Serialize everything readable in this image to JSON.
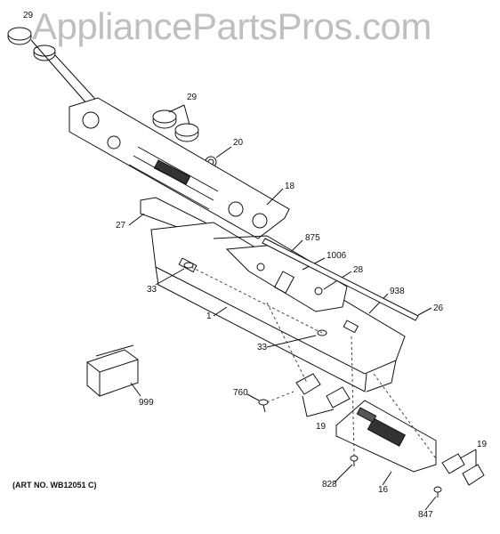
{
  "watermark": "AppliancePartsPros.com",
  "art_number": "(ART NO. WB12051 C)",
  "callouts": {
    "c29a": "29",
    "c29b": "29",
    "c20": "20",
    "c18": "18",
    "c27": "27",
    "c875": "875",
    "c1006": "1006",
    "c28": "28",
    "c33a": "33",
    "c938": "938",
    "c26": "26",
    "c1": "1",
    "c33b": "33",
    "c760": "760",
    "c999": "999",
    "c19a": "19",
    "c19b": "19",
    "c828": "828",
    "c16": "16",
    "c847": "847"
  }
}
